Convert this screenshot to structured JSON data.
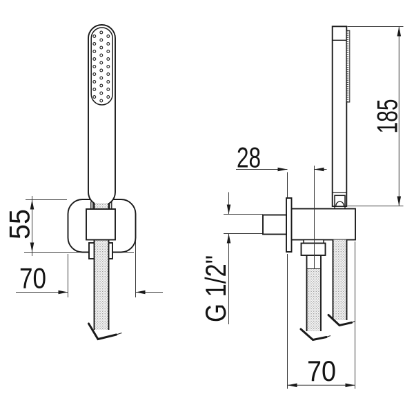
{
  "drawing": {
    "kind": "technical dimensional drawing",
    "subject": "hand shower on square wall bracket holder, front view and side view",
    "colors": {
      "line": "#1a1a1a",
      "thin_line": "#3a3a3a",
      "background": "#ffffff"
    },
    "dimensions": {
      "holder_height": "55",
      "holder_width": "70",
      "wall_to_outlet": "28",
      "handle_length": "185",
      "inlet_thread": "G 1/2\"",
      "bracket_depth": "70"
    }
  }
}
